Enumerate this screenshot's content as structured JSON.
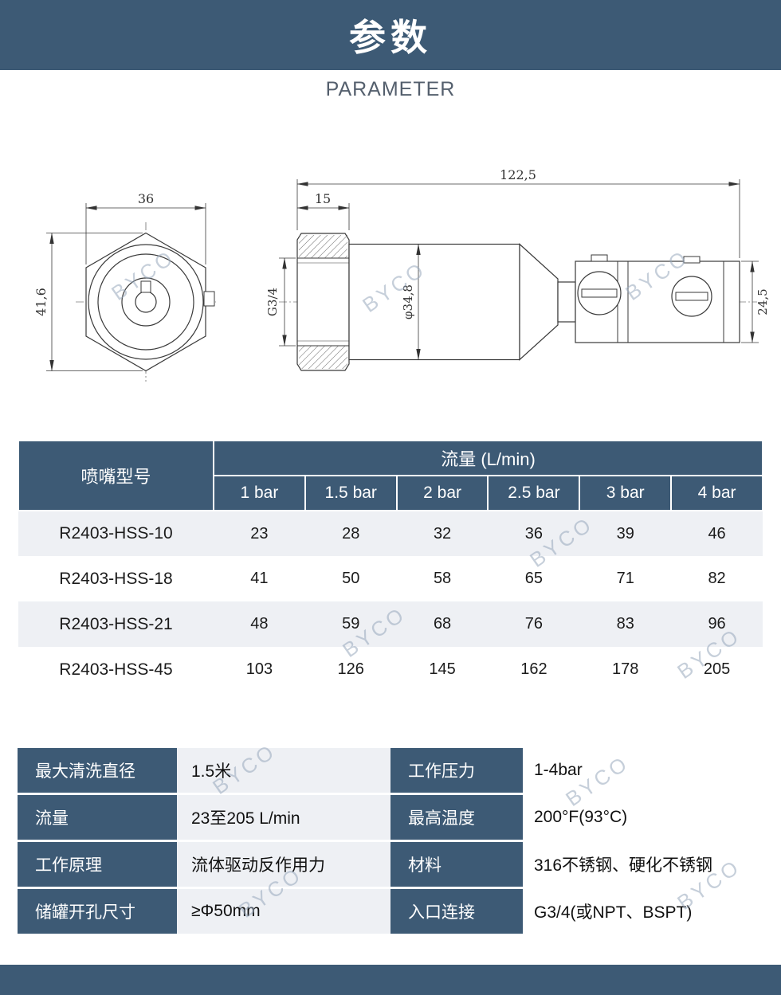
{
  "header": {
    "title": "参数",
    "subtitle": "PARAMETER"
  },
  "drawing": {
    "watermark": "BYCO",
    "front_view": {
      "width": "36",
      "height": "41,6"
    },
    "side_view": {
      "overall_length": "122,5",
      "hex_length": "15",
      "thread": "G3/4",
      "body_diameter": "φ34,8",
      "rotor_diameter": "24,5"
    }
  },
  "flow_table": {
    "model_header": "喷嘴型号",
    "flow_header": "流量 (L/min)",
    "pressure_headers": [
      "1 bar",
      "1.5 bar",
      "2 bar",
      "2.5 bar",
      "3 bar",
      "4 bar"
    ],
    "rows": [
      {
        "model": "R2403-HSS-10",
        "values": [
          "23",
          "28",
          "32",
          "36",
          "39",
          "46"
        ]
      },
      {
        "model": "R2403-HSS-18",
        "values": [
          "41",
          "50",
          "58",
          "65",
          "71",
          "82"
        ]
      },
      {
        "model": "R2403-HSS-21",
        "values": [
          "48",
          "59",
          "68",
          "76",
          "83",
          "96"
        ]
      },
      {
        "model": "R2403-HSS-45",
        "values": [
          "103",
          "126",
          "145",
          "162",
          "178",
          "205"
        ]
      }
    ]
  },
  "spec_table": {
    "rows": [
      {
        "left_label": "最大清洗直径",
        "left_value": "1.5米",
        "right_label": "工作压力",
        "right_value": "1-4bar"
      },
      {
        "left_label": "流量",
        "left_value": "23至205 L/min",
        "right_label": "最高温度",
        "right_value": "200°F(93°C)"
      },
      {
        "left_label": "工作原理",
        "left_value": "流体驱动反作用力",
        "right_label": "材料",
        "right_value": "316不锈钢、硬化不锈钢"
      },
      {
        "left_label": "储罐开孔尺寸",
        "left_value": "≥Φ50mm",
        "right_label": "入口连接",
        "right_value": "G3/4(或NPT、BSPT)"
      }
    ]
  },
  "colors": {
    "navy": "#3d5a75",
    "row_alt": "#eef0f4"
  }
}
